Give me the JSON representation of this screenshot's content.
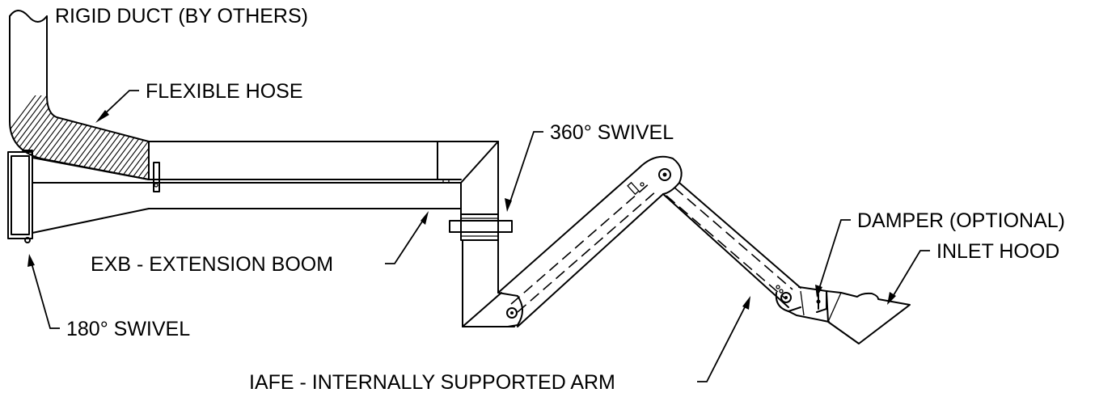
{
  "labels": {
    "rigid_duct": "RIGID DUCT (BY OTHERS)",
    "flexible_hose": "FLEXIBLE HOSE",
    "swivel_360": "360° SWIVEL",
    "damper": "DAMPER (OPTIONAL)",
    "inlet_hood": "INLET HOOD",
    "extension_boom": "EXB - EXTENSION BOOM",
    "swivel_180": "180° SWIVEL",
    "arm": "IAFE - INTERNALLY SUPPORTED ARM"
  }
}
